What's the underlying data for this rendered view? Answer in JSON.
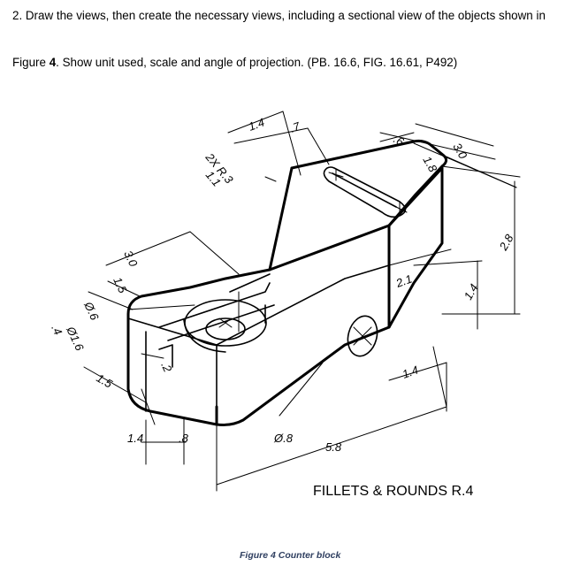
{
  "question": {
    "line1": "2. Draw the views, then create the necessary views, including a sectional view of the objects shown in",
    "line2_prefix": "Figure ",
    "line2_bold": "4",
    "line2_rest": ". Show unit used, scale and angle of projection. (PB. 16.6, FIG. 16.61, P492)"
  },
  "drawing": {
    "dims": {
      "d_1_4_top": "1.4",
      "d_7": ".7",
      "d_slot": "2X R.3",
      "d_slot_depth": "1.1",
      "d_6": ".6",
      "d_3_0_right": "3.0",
      "d_1_8": "1.8",
      "d_2_8": "2.8",
      "d_2_1": "2.1",
      "d_1_4_right": "1.4",
      "d_1_4_front": "1.4",
      "d_3_0_left": "3.0",
      "d_1_5_left": "1.5",
      "d_cb_dia": "Ø.6",
      "d_cb_depth": ".4",
      "d_hole_dia": "Ø1.6",
      "d_1_5_bottom": "1.5",
      "d_2": ".2",
      "d_1_4_bottom": "1.4",
      "d_8_bottom": ".8",
      "d_hole_8": "Ø.8",
      "d_5_8": "5.8"
    },
    "note": "FILLETS & ROUNDS R.4"
  },
  "caption": "Figure 4 Counter block"
}
